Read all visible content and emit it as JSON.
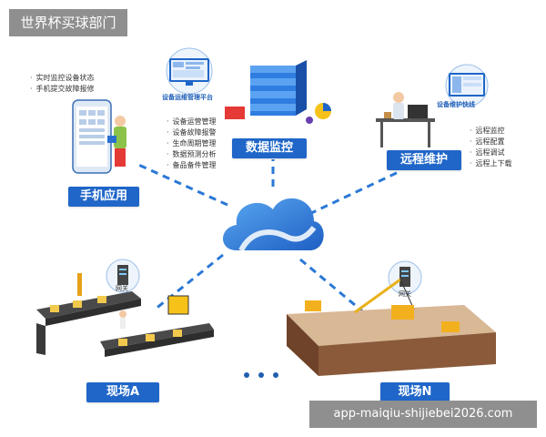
{
  "header": {
    "badge": "世界杯买球部门"
  },
  "mobile": {
    "bullets": [
      "实时监控设备状态",
      "手机提交故障报修"
    ],
    "label": "手机应用"
  },
  "monitor": {
    "screen_caption": "设备运维管理平台",
    "bullets": [
      "设备运营管理",
      "设备故障报警",
      "生命周期管理",
      "数据预测分析",
      "备品备件管理"
    ],
    "label": "数据监控"
  },
  "remote": {
    "screen_caption": "设备维护快线",
    "bullets": [
      "远程监控",
      "远程配置",
      "远程调试",
      "远程上下载"
    ],
    "label": "远程维护"
  },
  "site_a": {
    "gateway": "网关",
    "label": "现场A"
  },
  "site_n": {
    "gateway": "网关",
    "label": "现场N"
  },
  "watermark": "app-maiqiu-shijiebei2026.com",
  "colors": {
    "primary": "#1f66c8",
    "line": "#2a78d6",
    "cloud": "#3f8fe0",
    "badge": "#8f8f8f"
  }
}
